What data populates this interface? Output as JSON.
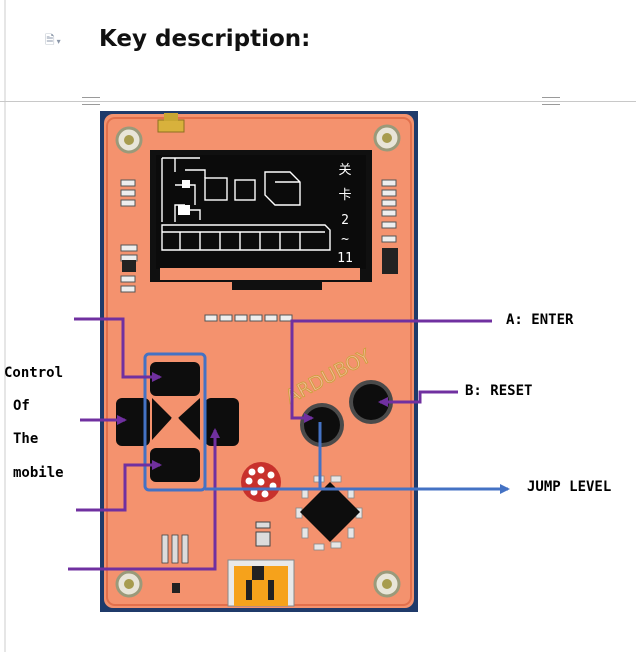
{
  "document": {
    "heading": "Key description:",
    "page_icon": "document-icon"
  },
  "labels": {
    "enter": "A: ENTER",
    "reset": "B: RESET",
    "jump": "JUMP LEVEL",
    "control_lines": [
      "Control",
      "Of",
      "The",
      "mobile"
    ]
  },
  "screen": {
    "chars": [
      "关",
      "卡",
      "2",
      "~",
      "11"
    ]
  },
  "board": {
    "logo": "ARDUBOY"
  },
  "colors": {
    "board": "#f4926e",
    "purple_arrow": "#7030a0",
    "blue_arrow": "#4472c4",
    "button": "#0d0d0d"
  }
}
